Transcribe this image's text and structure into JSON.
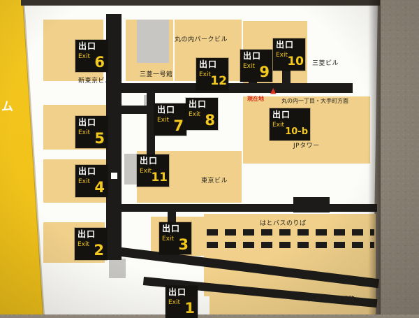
{
  "side_strip": {
    "char": "ム"
  },
  "exit_badge": {
    "title": "出口",
    "subtitle": "Exit"
  },
  "exits": [
    {
      "num": "6"
    },
    {
      "num": "12"
    },
    {
      "num": "9"
    },
    {
      "num": "10"
    },
    {
      "num": "5"
    },
    {
      "num": "7"
    },
    {
      "num": "8"
    },
    {
      "num": "10-b"
    },
    {
      "num": "4"
    },
    {
      "num": "11"
    },
    {
      "num": "2"
    },
    {
      "num": "3"
    },
    {
      "num": "1"
    }
  ],
  "places": [
    {
      "name": "丸の内パークビル"
    },
    {
      "name": "三菱一号館"
    },
    {
      "name": "三菱ビル"
    },
    {
      "name": "新東京ビル"
    },
    {
      "name": "JPタワー"
    },
    {
      "name": "東京ビル"
    },
    {
      "name": "はとバスのりば"
    },
    {
      "name": "八重洲連絡通路"
    }
  ],
  "marker": {
    "triangle": "▲",
    "label": "現在地",
    "direction": "丸の内一丁目・大手町方面"
  },
  "colors": {
    "accent_yellow": "#f3c91e",
    "building_tan": "#f0d08a",
    "road_black": "#1c1b19",
    "marker_red": "#d7301f",
    "wall_gray": "#8d8478"
  }
}
